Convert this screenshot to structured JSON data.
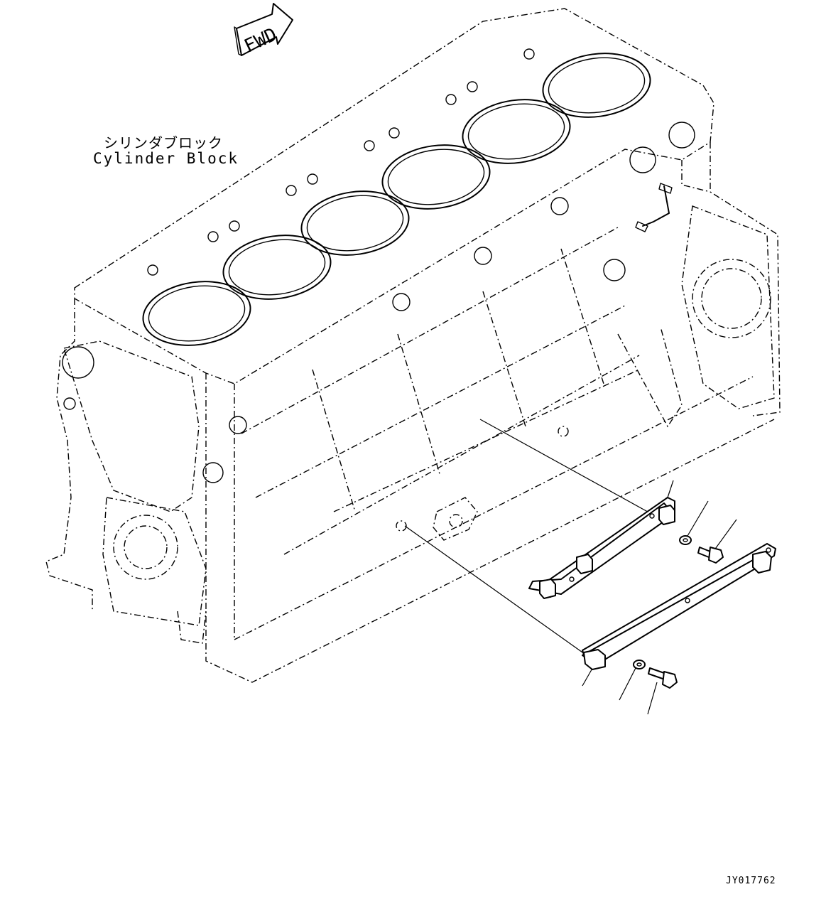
{
  "labels": {
    "cylinder_block_jp": "シリンダブロック",
    "cylinder_block_en": "Cylinder Block",
    "fwd": "FWD",
    "drawing_number": "JY017762"
  },
  "icons": {
    "direction_marker": "fwd-arrow-icon"
  },
  "colors": {
    "line": "#000000",
    "background": "#ffffff"
  }
}
